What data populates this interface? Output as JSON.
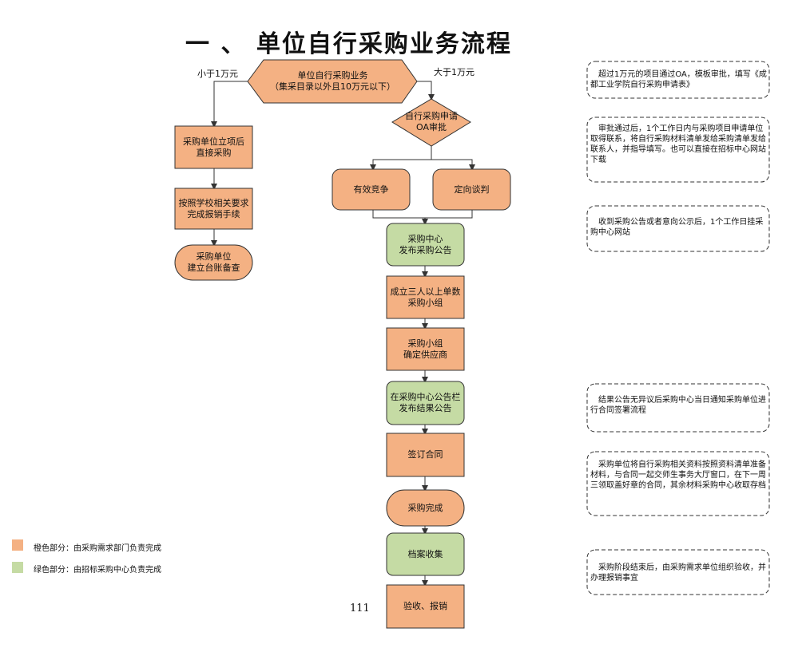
{
  "title": "一 、 单位自行采购业务流程",
  "colors": {
    "orange": "#f4b183",
    "green": "#c5dba4",
    "stroke": "#333333"
  },
  "branches": {
    "small": "小于1万元",
    "large": "大于1万元"
  },
  "start": {
    "line1": "单位自行采购业务",
    "line2": "（集采目录以外且10万元以下）"
  },
  "decision": {
    "line1": "自行采购申请",
    "line2": "OA审批"
  },
  "left_steps": [
    {
      "line1": "采购单位立项后",
      "line2": "直接采购"
    },
    {
      "line1": "按照学校相关要求",
      "line2": "完成报销手续"
    },
    {
      "line1": "采购单位",
      "line2": "建立台账备查"
    }
  ],
  "methods": {
    "competitive": "有效竞争",
    "directed": "定向谈判"
  },
  "main_steps": [
    {
      "line1": "采购中心",
      "line2": "发布采购公告"
    },
    {
      "line1": "成立三人以上单数",
      "line2": "采购小组"
    },
    {
      "line1": "采购小组",
      "line2": "确定供应商"
    },
    {
      "line1": "在采购中心公告栏",
      "line2": "发布结果公告"
    },
    {
      "line1": "签订合同",
      "line2": ""
    },
    {
      "line1": "采购完成",
      "line2": ""
    },
    {
      "line1": "档案收集",
      "line2": ""
    },
    {
      "line1": "验收、报销",
      "line2": ""
    }
  ],
  "notes": [
    "　超过1万元的项目通过OA，模板审批，填写《成都工业学院自行采购申请表》",
    "　审批通过后，1个工作日内与采购项目申请单位取得联系，将自行采购材料清单发给采购清单发给联系人，并指导填写。也可以直接在招标中心网站下载",
    "　收到采购公告或者意向公示后，1个工作日挂采购中心网站",
    "　结果公告无异议后采购中心当日通知采购单位进行合同签署流程",
    "　采购单位将自行采购相关资料按照资料清单准备材料，与合同一起交师生事务大厅窗口，在下一周三领取盖好章的合同，其余材料采购中心收取存档",
    "　采购阶段结束后，由采购需求单位组织验收，并办理报销事宜"
  ],
  "legend": {
    "orange": "橙色部分：由采购需求部门负责完成",
    "green": "绿色部分：由招标采购中心负责完成"
  },
  "page_number": "111"
}
